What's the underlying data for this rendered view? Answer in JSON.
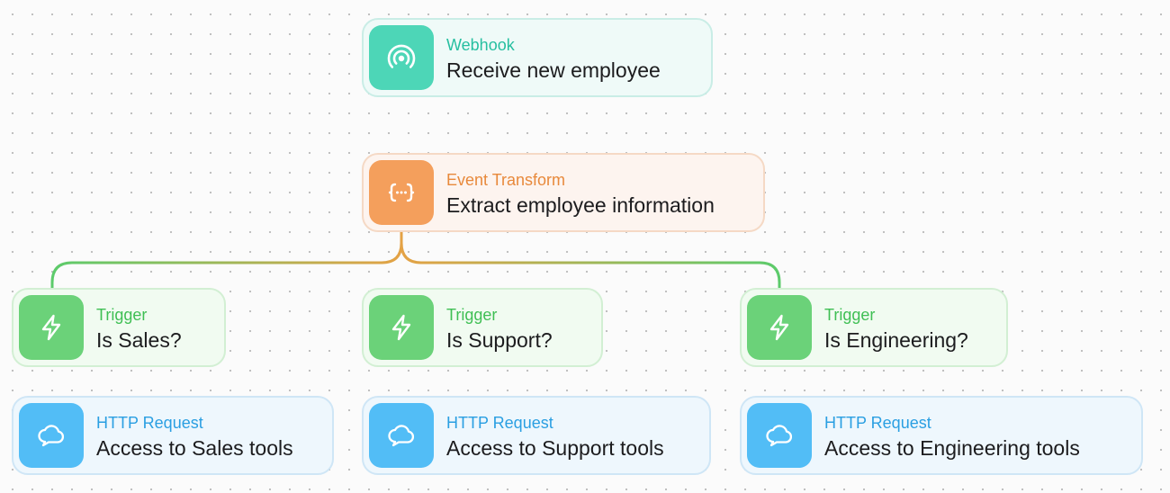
{
  "nodes": {
    "webhook": {
      "type": "Webhook",
      "title": "Receive new employee",
      "icon": "webhook-icon"
    },
    "transform": {
      "type": "Event Transform",
      "title": "Extract employee information",
      "icon": "braces-icon"
    },
    "trigger_sales": {
      "type": "Trigger",
      "title": "Is Sales?",
      "icon": "lightning-icon"
    },
    "trigger_support": {
      "type": "Trigger",
      "title": "Is Support?",
      "icon": "lightning-icon"
    },
    "trigger_engineering": {
      "type": "Trigger",
      "title": "Is Engineering?",
      "icon": "lightning-icon"
    },
    "http_sales": {
      "type": "HTTP Request",
      "title": "Access to Sales tools",
      "icon": "cloud-chat-icon"
    },
    "http_support": {
      "type": "HTTP Request",
      "title": "Access to Support tools",
      "icon": "cloud-chat-icon"
    },
    "http_engineering": {
      "type": "HTTP Request",
      "title": "Access to Engineering tools",
      "icon": "cloud-chat-icon"
    }
  },
  "colors": {
    "webhook": "#4dd6b7",
    "transform": "#f49f5c",
    "trigger": "#6bd279",
    "http": "#52bdf6"
  }
}
